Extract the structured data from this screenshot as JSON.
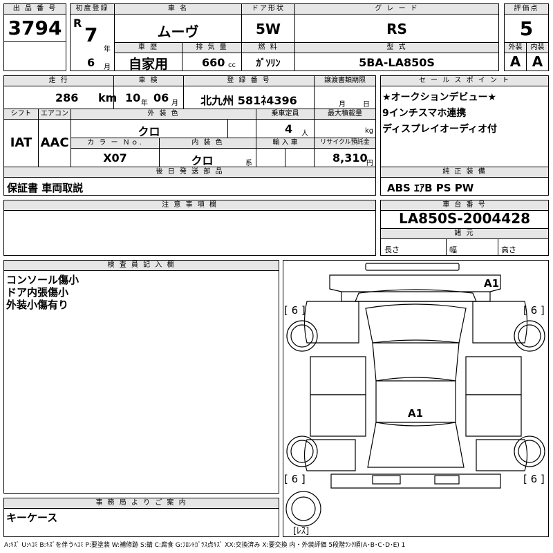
{
  "header": {
    "lot_label": "出 品 番 号",
    "lot_value": "3794",
    "first_reg_label": "初度登録",
    "era": "R",
    "reg_year": "7",
    "year_unit": "年",
    "reg_month": "6",
    "month_unit": "月",
    "car_name_label": "車 名",
    "car_name": "ムーヴ",
    "door_label": "ドア形状",
    "door_value": "5W",
    "grade_label": "グ レ ー ド",
    "grade_value": "RS",
    "score_label": "評価点",
    "score_value": "5",
    "history_label": "車 歴",
    "history_value": "自家用",
    "displacement_label": "排 気 量",
    "displacement_value": "660",
    "displacement_unit": "cc",
    "fuel_label": "燃 料",
    "fuel_value": "ｶﾞｿﾘﾝ",
    "model_label": "型 式",
    "model_value": "5BA-LA850S",
    "exterior_label": "外装",
    "exterior_value": "A",
    "interior_label": "内装",
    "interior_value": "A"
  },
  "specs": {
    "mileage_label": "走 行",
    "mileage_value": "286",
    "mileage_unit": "km",
    "inspection_label": "車 検",
    "inspection_year": "10",
    "inspection_year_unit": "年",
    "inspection_month": "06",
    "inspection_month_unit": "月",
    "plate_label": "登 録 番 号",
    "plate_value": "北九州 581ﾈ4396",
    "transfer_label": "譲渡書類期限",
    "transfer_month_unit": "月",
    "transfer_day_unit": "日",
    "shift_label": "シフト",
    "shift_value": "IAT",
    "ac_label": "エアコン",
    "ac_value": "AAC",
    "ext_color_label": "外 装 色",
    "ext_color_value": "クロ",
    "capacity_label": "乗車定員",
    "capacity_value": "4",
    "capacity_unit": "人",
    "load_label": "最大積載量",
    "load_unit": "kg",
    "color_no_label": "カ ラ ー Ｎｏ.",
    "color_no_value": "X07",
    "int_color_label": "内 装 色",
    "int_color_value": "クロ",
    "int_color_unit": "系",
    "import_label": "輸 入 車",
    "recycle_label": "リサイクル預託金",
    "recycle_value": "8,310",
    "recycle_unit": "円"
  },
  "sales": {
    "label": "セ ー ル ス ポ イ ン ト",
    "lines": [
      "★オークションデビュー★",
      "9インチスマホ連携",
      "ディスプレイオーディオ付"
    ]
  },
  "later_parts": {
    "label": "後 日 発 送 部 品",
    "value": "保証書 車両取説"
  },
  "equipment": {
    "label": "純 正 装 備",
    "value": "ABS ｴｱB PS PW"
  },
  "notes": {
    "label": "注 意 事 項 欄"
  },
  "chassis": {
    "label": "車 台 番 号",
    "value": "LA850S-2004428",
    "spec_label": "諸 元",
    "length_label": "長さ",
    "width_label": "幅",
    "height_label": "高さ"
  },
  "inspector": {
    "label": "検 査 員 記 入 欄",
    "lines": [
      "コンソール傷小",
      "ドア内張傷小",
      "外装小傷有り"
    ]
  },
  "office": {
    "label": "事 務 局 よ り ご 案 内",
    "value": "キーケース"
  },
  "diagram": {
    "mark_roof": "A1",
    "mark_center": "A1",
    "tire_fl": "[ 6 ]",
    "tire_fr": "[ 6 ]",
    "tire_rl": "[ 6 ]",
    "tire_rr": "[ 6 ]",
    "spare": "[ﾚｽ]"
  },
  "footer": "A:ｷｽﾞ U:ﾍｺﾐ B:ｷｽﾞを伴うﾍｺﾐ P:要塗装 W:補修跡 S:錆 C:腐食 G:ﾌﾛﾝﾄｶﾞﾗｽ点ｷｽﾞ XX:交換済み X:要交換 内・外装評価 5段階ﾗﾝｸ順(A･B･C･D･E) 1"
}
